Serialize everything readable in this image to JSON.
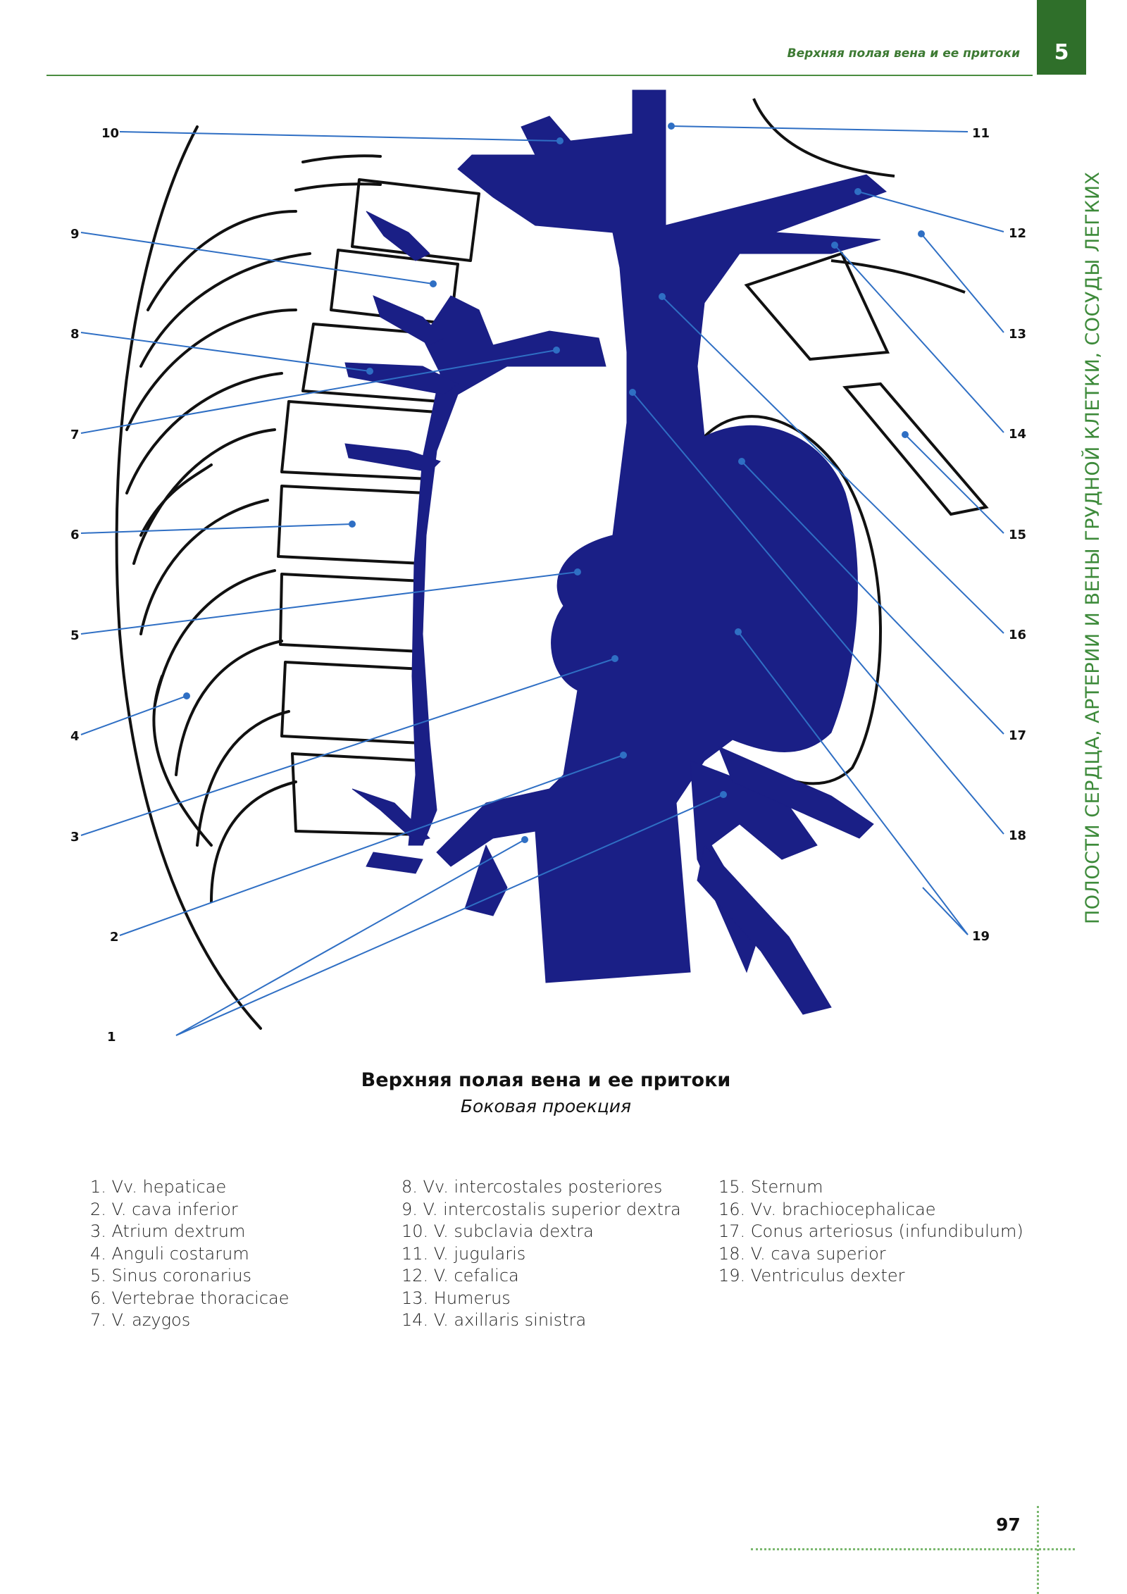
{
  "header": {
    "running_title": "Верхняя полая вена и ее притоки",
    "chapter_number": "5",
    "section_title": "ПОЛОСТИ СЕРДЦА, АРТЕРИИ И ВЕНЫ ГРУДНОЙ КЛЕТКИ, СОСУДЫ ЛЕГКИХ"
  },
  "figure": {
    "labels": [
      "1",
      "2",
      "3",
      "4",
      "5",
      "6",
      "7",
      "8",
      "9",
      "10",
      "11",
      "12",
      "13",
      "14",
      "15",
      "16",
      "17",
      "18",
      "19"
    ],
    "vessel_color": "#1a1f86",
    "leader_color": "#2f6fc4"
  },
  "caption": {
    "title": "Верхняя полая вена и ее притоки",
    "subtitle": "Боковая проекция"
  },
  "legend": {
    "col1": [
      "1. Vv. hepaticae",
      "2. V. cava inferior",
      "3. Atrium dextrum",
      "4. Anguli costarum",
      "5. Sinus coronarius",
      "6. Vertebrae thoracicae",
      "7. V. azygos"
    ],
    "col2": [
      "8. Vv. intercostales posteriores",
      "9. V. intercostalis superior dextra",
      "10. V. subclavia dextra",
      "11. V. jugularis",
      "12. V. cefalica",
      "13. Humerus",
      "14. V. axillaris sinistra"
    ],
    "col3": [
      "15. Sternum",
      "16. Vv. brachiocephalicae",
      "17. Conus arteriosus (infundibulum)",
      "18. V. cava superior",
      "19. Ventriculus dexter"
    ]
  },
  "footer": {
    "page_number": "97"
  }
}
